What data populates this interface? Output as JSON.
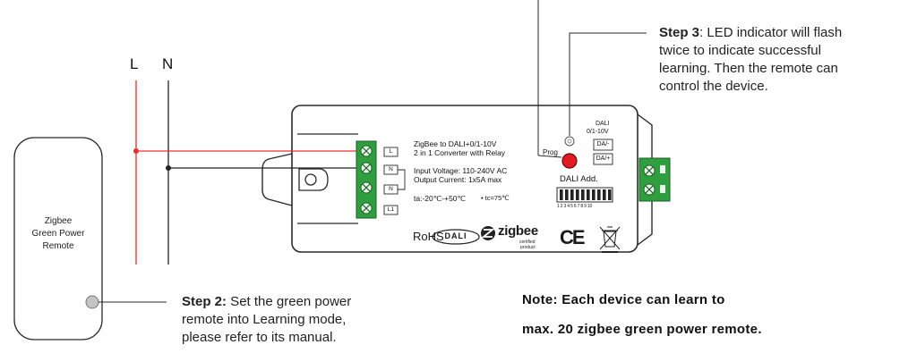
{
  "wires": {
    "l_label": "L",
    "n_label": "N"
  },
  "remote": {
    "line1": "Zigbee",
    "line2": "Green Power",
    "line3": "Remote"
  },
  "step2": {
    "bold": "Step 2:",
    "line1": " Set the green power",
    "line2": "remote into Learning mode,",
    "line3": "please refer to its manual."
  },
  "step3": {
    "bold": "Step 3",
    "line1": ": LED indicator will flash",
    "line2": "twice to indicate successful",
    "line3": "learning. Then the remote can",
    "line4": "control the device."
  },
  "note": {
    "line1": "Note: Each device can learn to",
    "line2": "max. 20 zigbee green power remote."
  },
  "device": {
    "title1": "ZigBee to DALI+0/1-10V",
    "title2": "2 in 1 Converter with Relay",
    "input_voltage": "Input Voltage: 110-240V AC",
    "output_current": "Output Current: 1x5A max",
    "ta": "ta:-20℃-+50℃",
    "tc": "• tc=75℃",
    "prog": "Prog",
    "dali_head1": "DALI",
    "dali_head2": "0/1-10V",
    "da_minus": "DA/-",
    "da_plus": "DA/+",
    "dali_add": "DALI Add.",
    "dip_numbers": "1 2 3 4 5 6 7 8 9 10",
    "rohs": "RoHS",
    "dali_logo": "DALI",
    "zigbee": "zigbee",
    "zigbee_sub1": "certified",
    "zigbee_sub2": "product",
    "ce": "CE",
    "terminals": [
      "L",
      "N",
      "N",
      "L1"
    ]
  },
  "colors": {
    "live_wire": "#e8302a",
    "neutral_wire": "#222222",
    "terminal_green": "#2e9e3e",
    "led_red": "#e11b22"
  }
}
